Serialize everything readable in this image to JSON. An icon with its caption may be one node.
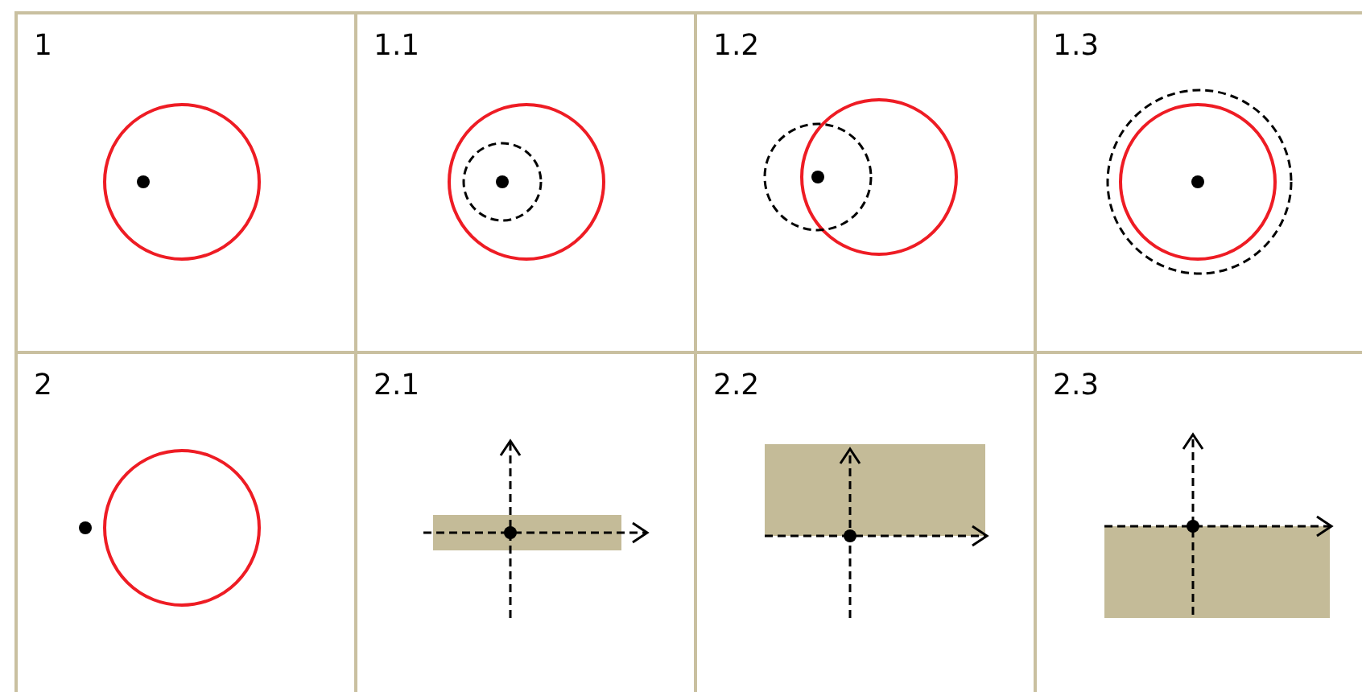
{
  "diagram": {
    "nodes": [
      {
        "text": [
          "1"
        ]
      },
      {
        "text": [
          "1.1"
        ]
      },
      {
        "text": [
          "1.2"
        ]
      },
      {
        "text": [
          "1.3"
        ]
      },
      {
        "text": [
          "2"
        ]
      },
      {
        "text": [
          "2.1"
        ]
      },
      {
        "text": [
          "2.2"
        ]
      },
      {
        "text": [
          "2.3"
        ]
      }
    ]
  }
}
